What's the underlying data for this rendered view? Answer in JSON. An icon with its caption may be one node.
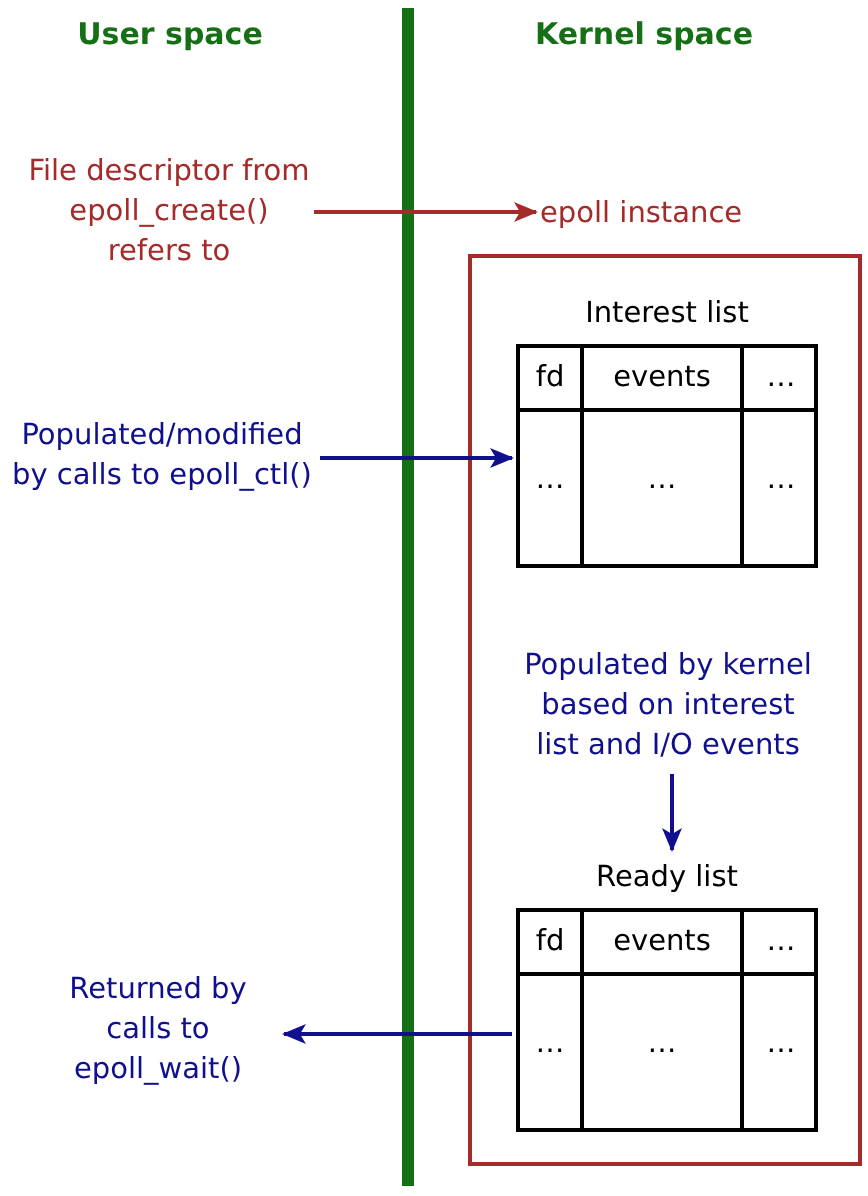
{
  "diagram": {
    "nodes": [
      {
        "text": [
          "File descriptor from epoll_create() refers to"
        ]
      },
      {
        "text": [
          "epoll instance"
        ]
      },
      {
        "text": [],
        "shape": "box"
      },
      {
        "text": [
          "Interest list",
          "fd",
          "events",
          "…",
          "…",
          "…",
          "…"
        ],
        "in": 2
      },
      {
        "text": [
          "Populated/modified by calls to epoll_ctl()"
        ]
      },
      {
        "text": [
          "Populated by kernel based on interest list and I/O events"
        ],
        "in": 2
      },
      {
        "text": [
          "Ready list",
          "fd",
          "events",
          "…",
          "…",
          "…",
          "…"
        ],
        "in": 2
      },
      {
        "text": [
          "Returned by calls to epoll_wait()"
        ]
      }
    ],
    "edges": [
      {
        "from": 0,
        "to": 1,
        "arrow": "to",
        "color": "#a52a2a"
      },
      {
        "from": 4,
        "to": 3,
        "arrow": "to"
      },
      {
        "from": 5,
        "to": 6,
        "arrow": "to"
      },
      {
        "from": 6,
        "to": 7,
        "arrow": "to"
      }
    ],
    "labels": [
      "User space",
      "Kernel space"
    ]
  }
}
